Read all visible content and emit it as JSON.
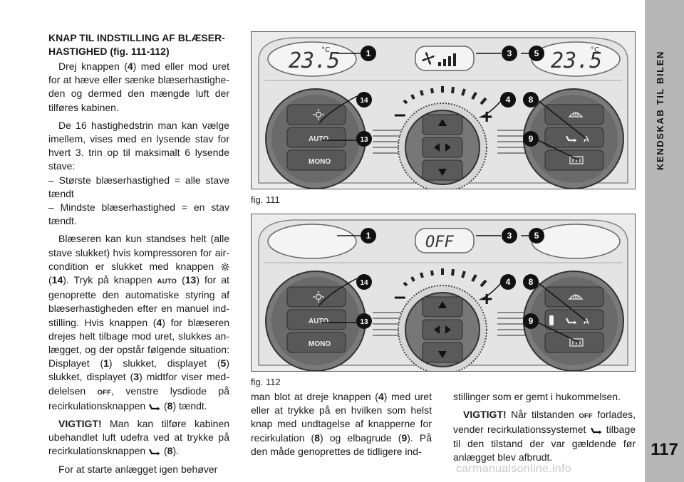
{
  "side_tab": {
    "section": "KENDSKAB TIL BILEN",
    "page_number": "117"
  },
  "watermark": "carmanualsonline.info",
  "left_column": {
    "heading_line1": "KNAP TIL INDSTILLING AF BLÆSER-",
    "heading_line2": "HASTIGHED (fig. 111-112)",
    "p1": [
      "Drej knappen (",
      "4",
      ") med eller mod uret for at hæve eller sænke blæserhastighe­den og dermed den mængde luft der tilføres kabinen."
    ],
    "p2": "De 16 hastighedstrin man kan vælge imellem, vises med en lysende stav for hvert 3. trin op til maksimalt 6 lysende stave:",
    "dash1": "– Største blæserhastighed = alle stave tændt",
    "dash2": "– Mindste blæserhastighed = en stav tændt.",
    "p3": {
      "t1": "Blæseren kan kun standses helt (alle stave slukket) hvis kompressoren for air­condition er slukket med knappen",
      "t2": "(",
      "n14": "14",
      "t3": "). Tryk på knappen",
      "auto": "AUTO",
      "t4": "(",
      "n13": "13",
      "t5": ") for at genoprette den automatiske styring af blæserhastigheden efter en manuel ind­stilling. Hvis knappen (",
      "n4": "4",
      "t6": ") for blæseren drejes helt tilbage mod uret, slukkes an­lægget, og der opstår følgende situati­on: Displayet (",
      "n1": "1",
      "t7": ") slukket, displayet (",
      "n5": "5",
      "t8": ") slukket, displayet (",
      "n3": "3",
      "t9": ") midtfor viser med­delelsen",
      "off": "OFF",
      "t10": ", venstre lysdiode på recirku­lationsknappen",
      "t11": "(",
      "n8": "8",
      "t12": ") tændt."
    },
    "important": {
      "label": "VIGTIGT!",
      "t1": "Man kan tilføre kabinen ubehandlet luft udefra ved at trykke på recirkulationsknappen",
      "t2": "(",
      "n8": "8",
      "t3": ")."
    },
    "p4": "For at starte anlægget igen behøver"
  },
  "figures": [
    {
      "caption": "fig. 111",
      "left_display": "23.5",
      "right_display": "23.5",
      "center_display": "",
      "unit": "°C"
    },
    {
      "caption": "fig. 112",
      "left_display": "",
      "right_display": "",
      "center_display": "OFF",
      "unit": ""
    }
  ],
  "figure_labels": {
    "l1": "1",
    "l3": "3",
    "l5": "5",
    "l14": "14",
    "l13": "13",
    "l4": "4",
    "l8": "8",
    "l9": "9",
    "minus": "–",
    "plus": "+",
    "auto": "AUTO",
    "mono": "MONO",
    "a": "A"
  },
  "middle_column": {
    "t1": "man blot at dreje knappen (",
    "n4": "4",
    "t2": ") med uret eller at trykke på en hvilken som helst knap med undtagelse af knapperne for recirkulation (",
    "n8": "8",
    "t3": ") og elbagrude (",
    "n9": "9",
    "t4": "). På den måde genoprettes de tidligere ind-"
  },
  "right_column": {
    "t1": "stillinger som er gemt i hukommelsen.",
    "important_label": "VIGTIGT!",
    "t2": "Når tilstanden",
    "off": "OFF",
    "t3": "forlades, vender recirkulationssystemet",
    "t4": "til­bage til den tilstand der var gældende før anlægget blev afbrudt."
  },
  "colors": {
    "tab": "#b7b7b7",
    "figure_bg": "#ececec",
    "knob": "#6e6e6e",
    "callout": "#111111"
  },
  "icons": [
    "sun-ac-icon",
    "recirculation-icon",
    "fan-icon",
    "rear-defrost-icon",
    "windscreen-defrost-icon",
    "airflow-arrow-icon"
  ]
}
